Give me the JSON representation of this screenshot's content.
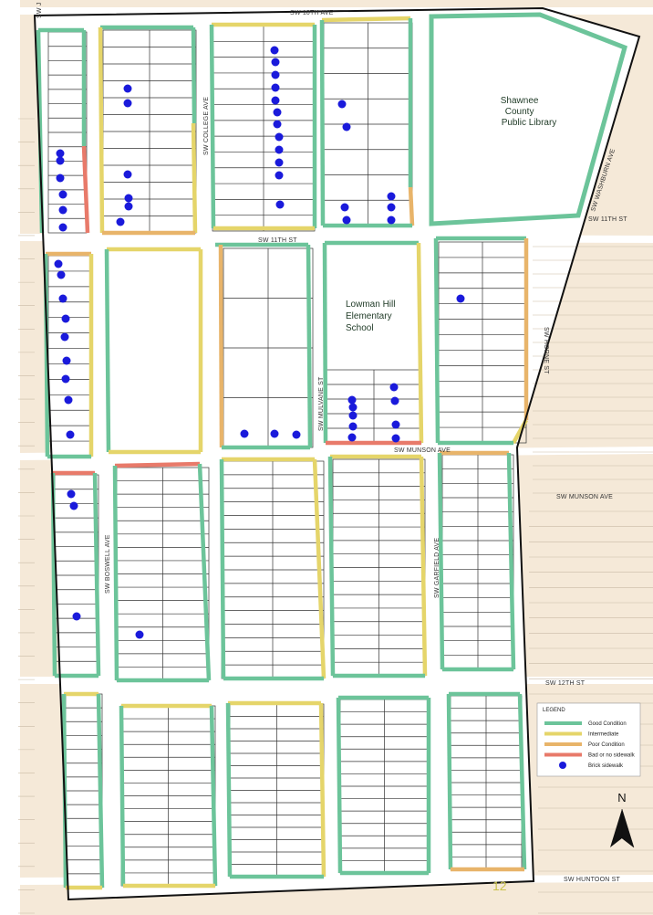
{
  "streets": {
    "sw_10th": "SW 10TH AVE",
    "sw_11th": "SW 11TH ST",
    "sw_11th_east": "SW 11TH ST",
    "sw_munson": "SW MUNSON AVE",
    "sw_munson_east": "SW MUNSON AVE",
    "sw_12th": "SW 12TH ST",
    "sw_huntoon": "SW HUNTOON ST",
    "sw_college": "SW COLLEGE AVE",
    "sw_mulvane": "SW MULVANE ST",
    "sw_boswell": "SW BOSWELL AVE",
    "sw_garfield": "SW GARFIELD AVE",
    "sw_washburn": "SW WASHBURN AVE",
    "sw_horne": "SW HORNE ST",
    "sw_j": "SW J"
  },
  "places": {
    "library": [
      "Shawnee",
      "County",
      "Public Library"
    ],
    "school": [
      "Lowman Hill",
      "Elementary",
      "School"
    ]
  },
  "page_number": "12",
  "north_arrow": {
    "label": "N",
    "icon": "north-arrow-icon"
  },
  "legend": {
    "title": "LEGEND",
    "items": [
      {
        "label": "Good Condition",
        "color": "#6cc49a",
        "kind": "line"
      },
      {
        "label": "Intermediate",
        "color": "#e5d56a",
        "kind": "line"
      },
      {
        "label": "Poor Condition",
        "color": "#e8b46a",
        "kind": "line"
      },
      {
        "label": "Bad or no sidewalk",
        "color": "#e87a6a",
        "kind": "line"
      },
      {
        "label": "Brick sidewalk",
        "color": "#1a1adb",
        "kind": "dot"
      }
    ]
  },
  "colors": {
    "background": "#f5e9d8",
    "block_fill": "#ffffff",
    "boundary": "#111111",
    "good": "#6cc49a",
    "intermediate": "#e5d56a",
    "poor": "#e8b46a",
    "bad": "#e87a6a",
    "brick": "#1a1adb"
  }
}
